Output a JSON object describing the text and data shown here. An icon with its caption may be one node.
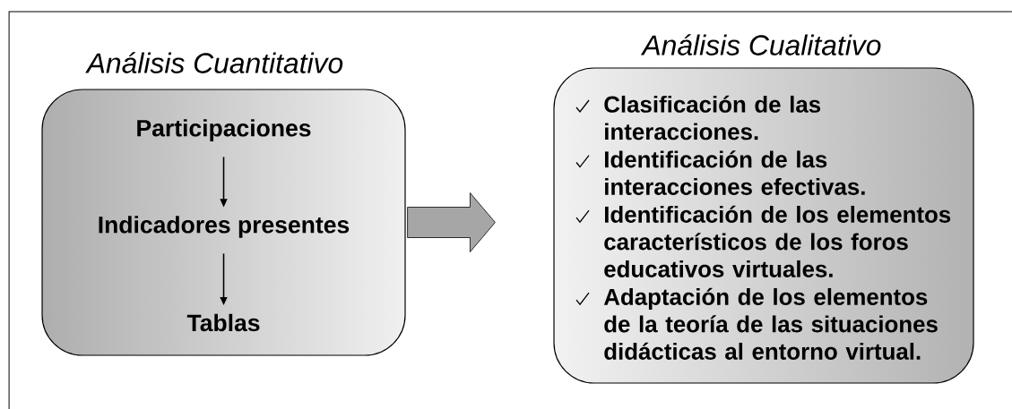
{
  "diagram": {
    "nodes": [
      {
        "text": [
          "Análisis Cuantitativo"
        ]
      },
      {
        "text": [
          "Participaciones"
        ],
        "in": 0
      },
      {
        "text": [
          "Indicadores presentes"
        ],
        "in": 0
      },
      {
        "text": [
          "Tablas"
        ],
        "in": 0
      },
      {
        "text": [
          "Análisis Cualitativo",
          "Clasificación de las interacciones.",
          "Identificación de las interacciones efectivas.",
          "Identificación de los elementos característicos de los foros educativos virtuales.",
          "Adaptación de los elementos de la teoría de las situaciones didácticas al entorno virtual."
        ]
      }
    ],
    "edges": [
      {
        "from": 1,
        "to": 2,
        "arrow": "to"
      },
      {
        "from": 2,
        "to": 3,
        "arrow": "to"
      },
      {
        "from": 0,
        "to": 4,
        "arrow": "to",
        "style": "thick",
        "color": "#a6a6a6"
      }
    ]
  }
}
